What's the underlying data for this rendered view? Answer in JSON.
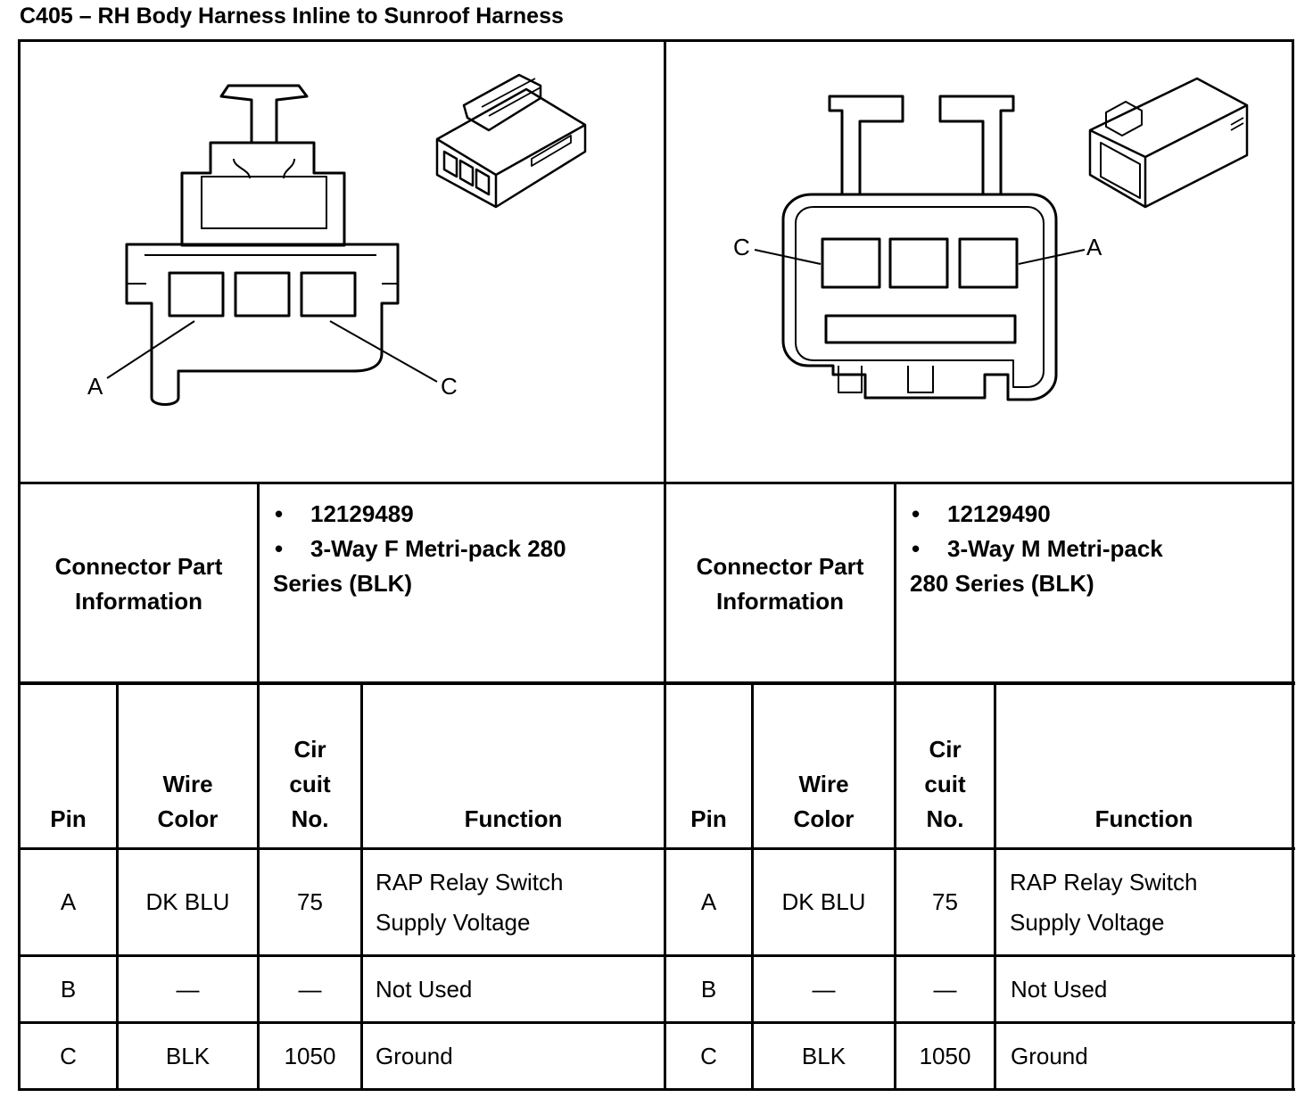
{
  "title": "C405 – RH Body Harness Inline to Sunroof Harness",
  "connectors": [
    {
      "diagram_labels": {
        "pin_a": "A",
        "pin_c": "C"
      },
      "info_label_line1": "Connector Part",
      "info_label_line2": "Information",
      "part_number": "12129489",
      "description_line1": "3-Way F Metri-pack 280",
      "description_line2": "Series (BLK)",
      "headers": {
        "pin": "Pin",
        "wire_color_1": "Wire",
        "wire_color_2": "Color",
        "circuit_1": "Cir",
        "circuit_2": "cuit",
        "circuit_3": "No.",
        "function": "Function"
      },
      "rows": [
        {
          "pin": "A",
          "wire_color": "DK BLU",
          "circuit": "75",
          "function_1": "RAP Relay Switch",
          "function_2": "Supply Voltage"
        },
        {
          "pin": "B",
          "wire_color": "—",
          "circuit": "—",
          "function_1": "Not Used"
        },
        {
          "pin": "C",
          "wire_color": "BLK",
          "circuit": "1050",
          "function_1": "Ground"
        }
      ]
    },
    {
      "diagram_labels": {
        "pin_a": "A",
        "pin_c": "C"
      },
      "info_label_line1": "Connector Part",
      "info_label_line2": "Information",
      "part_number": "12129490",
      "description_line1": "3-Way M Metri-pack",
      "description_line2": "280 Series (BLK)",
      "headers": {
        "pin": "Pin",
        "wire_color_1": "Wire",
        "wire_color_2": "Color",
        "circuit_1": "Cir",
        "circuit_2": "cuit",
        "circuit_3": "No.",
        "function": "Function"
      },
      "rows": [
        {
          "pin": "A",
          "wire_color": "DK BLU",
          "circuit": "75",
          "function_1": "RAP Relay Switch",
          "function_2": "Supply Voltage"
        },
        {
          "pin": "B",
          "wire_color": "—",
          "circuit": "—",
          "function_1": "Not Used"
        },
        {
          "pin": "C",
          "wire_color": "BLK",
          "circuit": "1050",
          "function_1": "Ground"
        }
      ]
    }
  ],
  "bullet_glyph": "•"
}
